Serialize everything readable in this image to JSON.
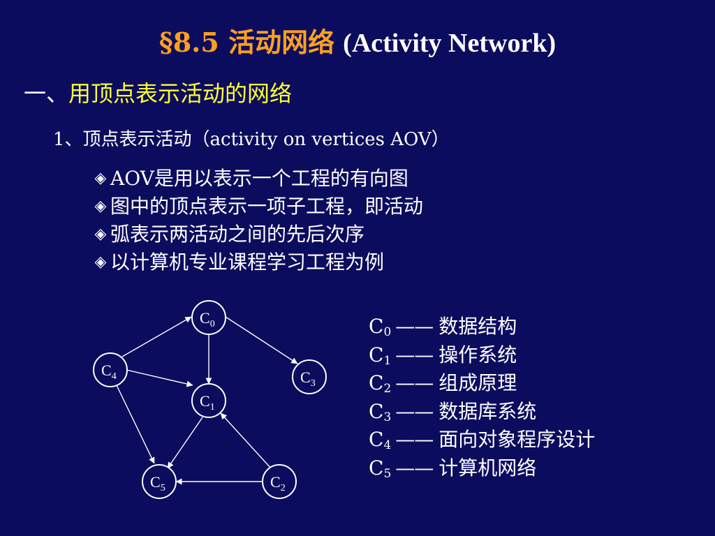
{
  "title": {
    "section": "§8.5 活动网络",
    "english": "(Activity Network)"
  },
  "heading": {
    "number": "一、",
    "text": "用顶点表示活动的网络"
  },
  "subheading": "1、顶点表示活动（activity on vertices AOV）",
  "bullets": [
    "AOV是用以表示一个工程的有向图",
    "图中的顶点表示一项子工程，即活动",
    "弧表示两活动之间的先后次序",
    "以计算机专业课程学习工程为例"
  ],
  "bullet_symbol": "◈",
  "graph": {
    "nodes": [
      {
        "main": "C",
        "sub": "0"
      },
      {
        "main": "C",
        "sub": "1"
      },
      {
        "main": "C",
        "sub": "2"
      },
      {
        "main": "C",
        "sub": "3"
      },
      {
        "main": "C",
        "sub": "4"
      },
      {
        "main": "C",
        "sub": "5"
      }
    ],
    "edges": [
      [
        "C4",
        "C0"
      ],
      [
        "C4",
        "C1"
      ],
      [
        "C4",
        "C5"
      ],
      [
        "C0",
        "C1"
      ],
      [
        "C0",
        "C3"
      ],
      [
        "C1",
        "C5"
      ],
      [
        "C2",
        "C1"
      ],
      [
        "C2",
        "C5"
      ]
    ]
  },
  "legend": {
    "dash": "——",
    "items": [
      {
        "main": "C",
        "sub": "0",
        "text": "数据结构"
      },
      {
        "main": "C",
        "sub": "1",
        "text": "操作系统"
      },
      {
        "main": "C",
        "sub": "2",
        "text": "组成原理"
      },
      {
        "main": "C",
        "sub": "3",
        "text": "数据库系统"
      },
      {
        "main": "C",
        "sub": "4",
        "text": "面向对象程序设计"
      },
      {
        "main": "C",
        "sub": "5",
        "text": "计算机网络"
      }
    ]
  },
  "colors": {
    "background": "#0c0c5e",
    "title_accent": "#ffa020",
    "heading_accent": "#ffff33",
    "text": "#ffffff"
  }
}
